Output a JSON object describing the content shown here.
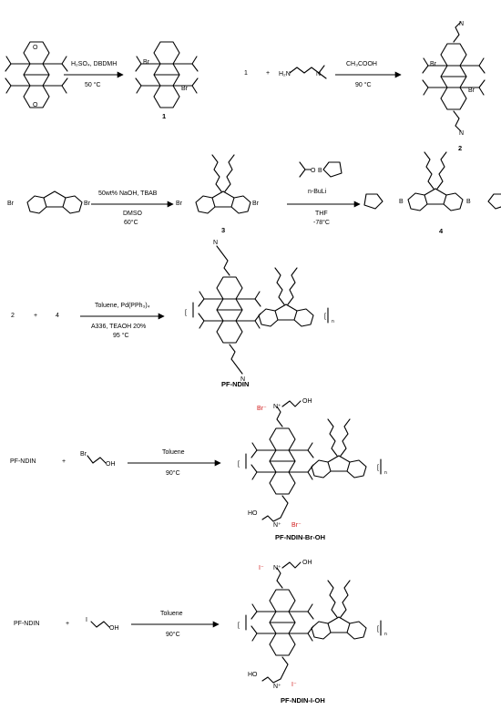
{
  "scheme": {
    "step1": {
      "top": "H₂SO₄, DBDMH",
      "bottom": "50 °C"
    },
    "step2": {
      "top": "CH₃COOH",
      "bottom": "90 °C"
    },
    "step3": {
      "top": "50wt% NaOH, TBAB",
      "mid": "DMSO",
      "bottom": "60°C"
    },
    "step4": {
      "top": "n-BuLi",
      "mid": "THF",
      "bottom": "-78°C"
    },
    "step5": {
      "top": "Toluene, Pd(PPh₃)₄",
      "mid": "A336, TEAOH 20%",
      "bottom": "95 °C"
    },
    "step6": {
      "top": "Toluene",
      "bottom": "90°C"
    },
    "step7": {
      "top": "Toluene",
      "bottom": "90°C"
    },
    "row1": {
      "ref1": "1",
      "plus": "+"
    },
    "row3": {
      "ref2": "2",
      "plus": "+",
      "ref4": "4"
    },
    "row4": {
      "ref": "PF-NDIN",
      "plus": "+"
    },
    "row5": {
      "ref": "PF-NDIN",
      "plus": "+"
    },
    "compounds": {
      "c1": "1",
      "c2": "2",
      "c3": "3",
      "c4": "4",
      "pfndin": "PF-NDIN",
      "pfndinbr": "PF-NDIN-Br-OH",
      "pfndini": "PF-NDIN-I-OH"
    }
  },
  "atoms": {
    "o": "O",
    "br": "Br",
    "n": "N",
    "b": "B",
    "h2n": "H₂N",
    "oh": "OH",
    "ho": "HO",
    "i": "I",
    "nplus": "N⁺",
    "brminus": "Br⁻",
    "iminus": "I⁻",
    "bracket": "[",
    "nsub": "n"
  },
  "colors": {
    "counterion": "#d11a1a"
  }
}
